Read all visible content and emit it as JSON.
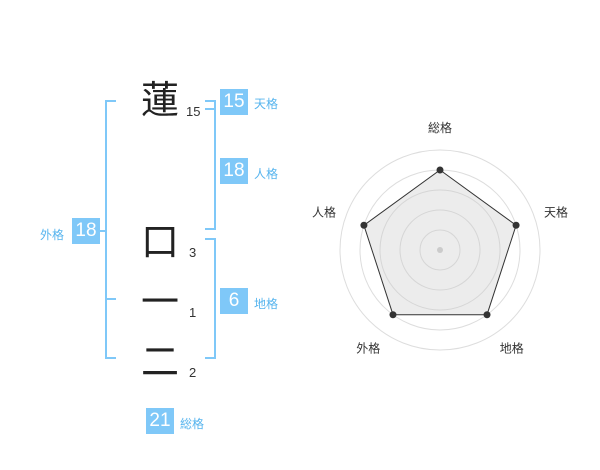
{
  "characters": [
    {
      "char": "蓮",
      "strokes": "15"
    },
    {
      "char": "口",
      "strokes": "3"
    },
    {
      "char": "一",
      "strokes": "1"
    },
    {
      "char": "二",
      "strokes": "2"
    }
  ],
  "fortunes": {
    "tenkaku": {
      "label": "天格",
      "value": "15"
    },
    "jinkaku": {
      "label": "人格",
      "value": "18"
    },
    "chikaku": {
      "label": "地格",
      "value": "6"
    },
    "gaikaku": {
      "label": "外格",
      "value": "18"
    },
    "soukaku": {
      "label": "総格",
      "value": "21"
    }
  },
  "colors": {
    "accent": "#7fc8f8",
    "label": "#56b4ee"
  },
  "chart_data": {
    "type": "radar",
    "axes": [
      "総格",
      "天格",
      "地格",
      "外格",
      "人格"
    ],
    "values": [
      4,
      4,
      4,
      4,
      4
    ],
    "max": 5,
    "rings": 5
  }
}
